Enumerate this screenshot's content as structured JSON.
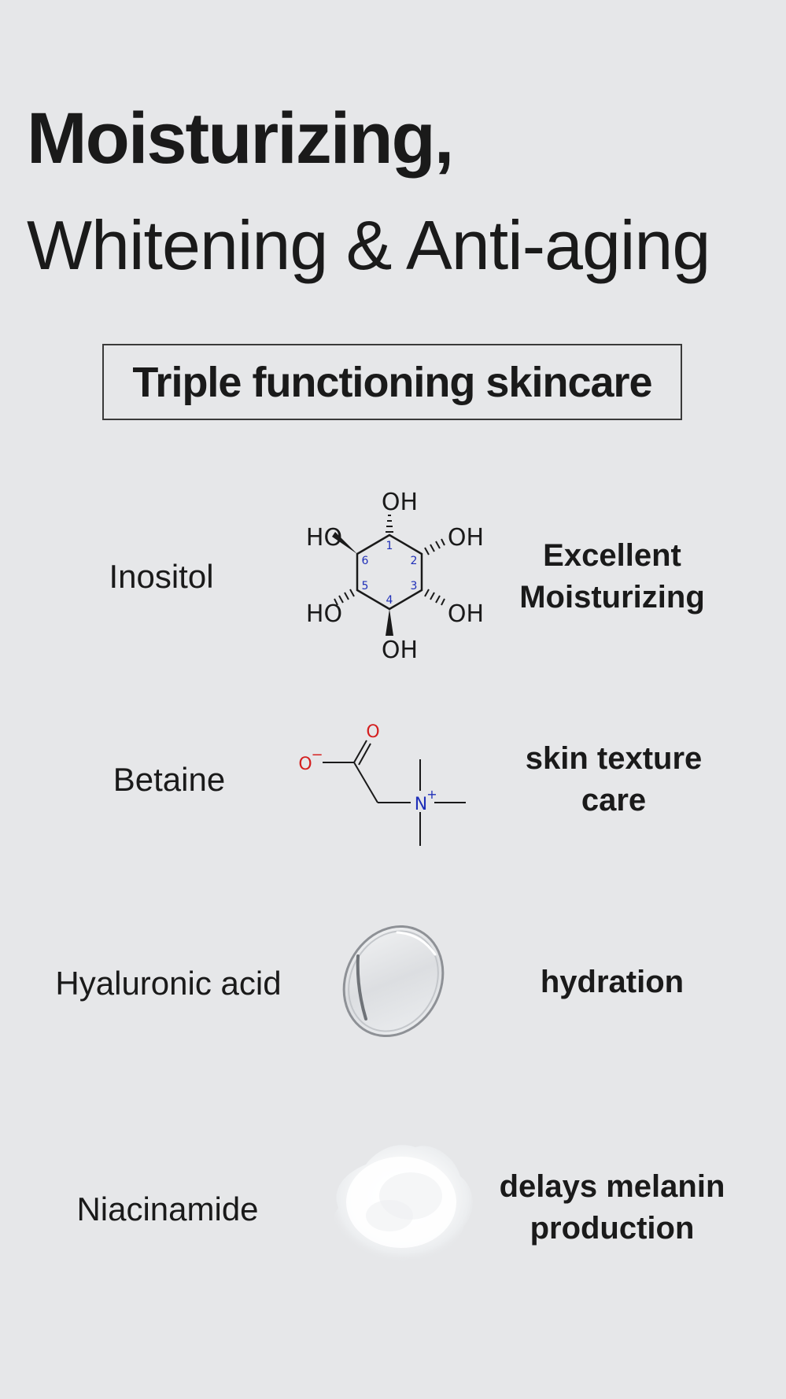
{
  "headline": {
    "line1": "Moisturizing,",
    "line2": "Whitening & Anti-aging"
  },
  "tagline": "Triple functioning skincare",
  "ingredients": [
    {
      "name": "Inositol",
      "benefit_lines": [
        "Excellent",
        "Moisturizing"
      ],
      "structure_labels": {
        "oh_top": "OH",
        "ho_upper_left": "HO",
        "oh_upper_right": "OH",
        "ho_lower_left": "HO",
        "oh_lower_right": "OH",
        "oh_bottom": "OH",
        "positions": [
          "1",
          "2",
          "3",
          "4",
          "5",
          "6"
        ]
      }
    },
    {
      "name": "Betaine",
      "benefit_lines": [
        "skin texture",
        "care"
      ],
      "structure_labels": {
        "carbonyl_o": "O",
        "oxide_o": "O",
        "oxide_charge": "−",
        "nitrogen": "N",
        "nitrogen_charge": "+"
      }
    },
    {
      "name": "Hyaluronic acid",
      "benefit_lines": [
        "hydration"
      ]
    },
    {
      "name": "Niacinamide",
      "benefit_lines": [
        "delays melanin",
        "production"
      ]
    }
  ],
  "colors": {
    "background": "#e6e7e9",
    "text": "#1a1a1a",
    "atom_label_blue": "#1f2fb8",
    "atom_label_red": "#d41f1f"
  }
}
